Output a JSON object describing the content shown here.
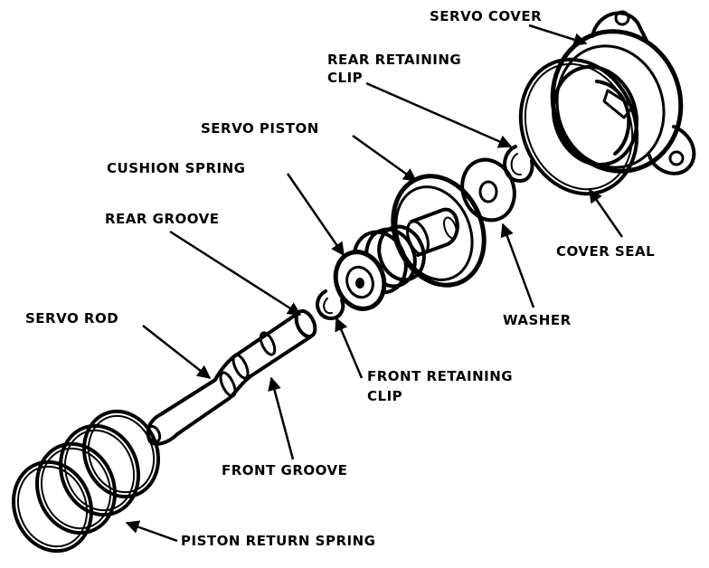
{
  "labels": {
    "servo_cover": "SERVO COVER",
    "rear_retaining_clip_line1": "REAR RETAINING",
    "rear_retaining_clip_line2": "CLIP",
    "servo_piston": "SERVO PISTON",
    "cushion_spring": "CUSHION SPRING",
    "rear_groove": "REAR GROOVE",
    "cover_seal": "COVER SEAL",
    "washer": "WASHER",
    "servo_rod": "SERVO ROD",
    "front_retaining_clip_line1": "FRONT RETAINING",
    "front_retaining_clip_line2": "CLIP",
    "front_groove": "FRONT GROOVE",
    "piston_return_spring": "PISTON RETURN SPRING"
  },
  "colors": {
    "ink": "#000000",
    "background": "#ffffff"
  }
}
